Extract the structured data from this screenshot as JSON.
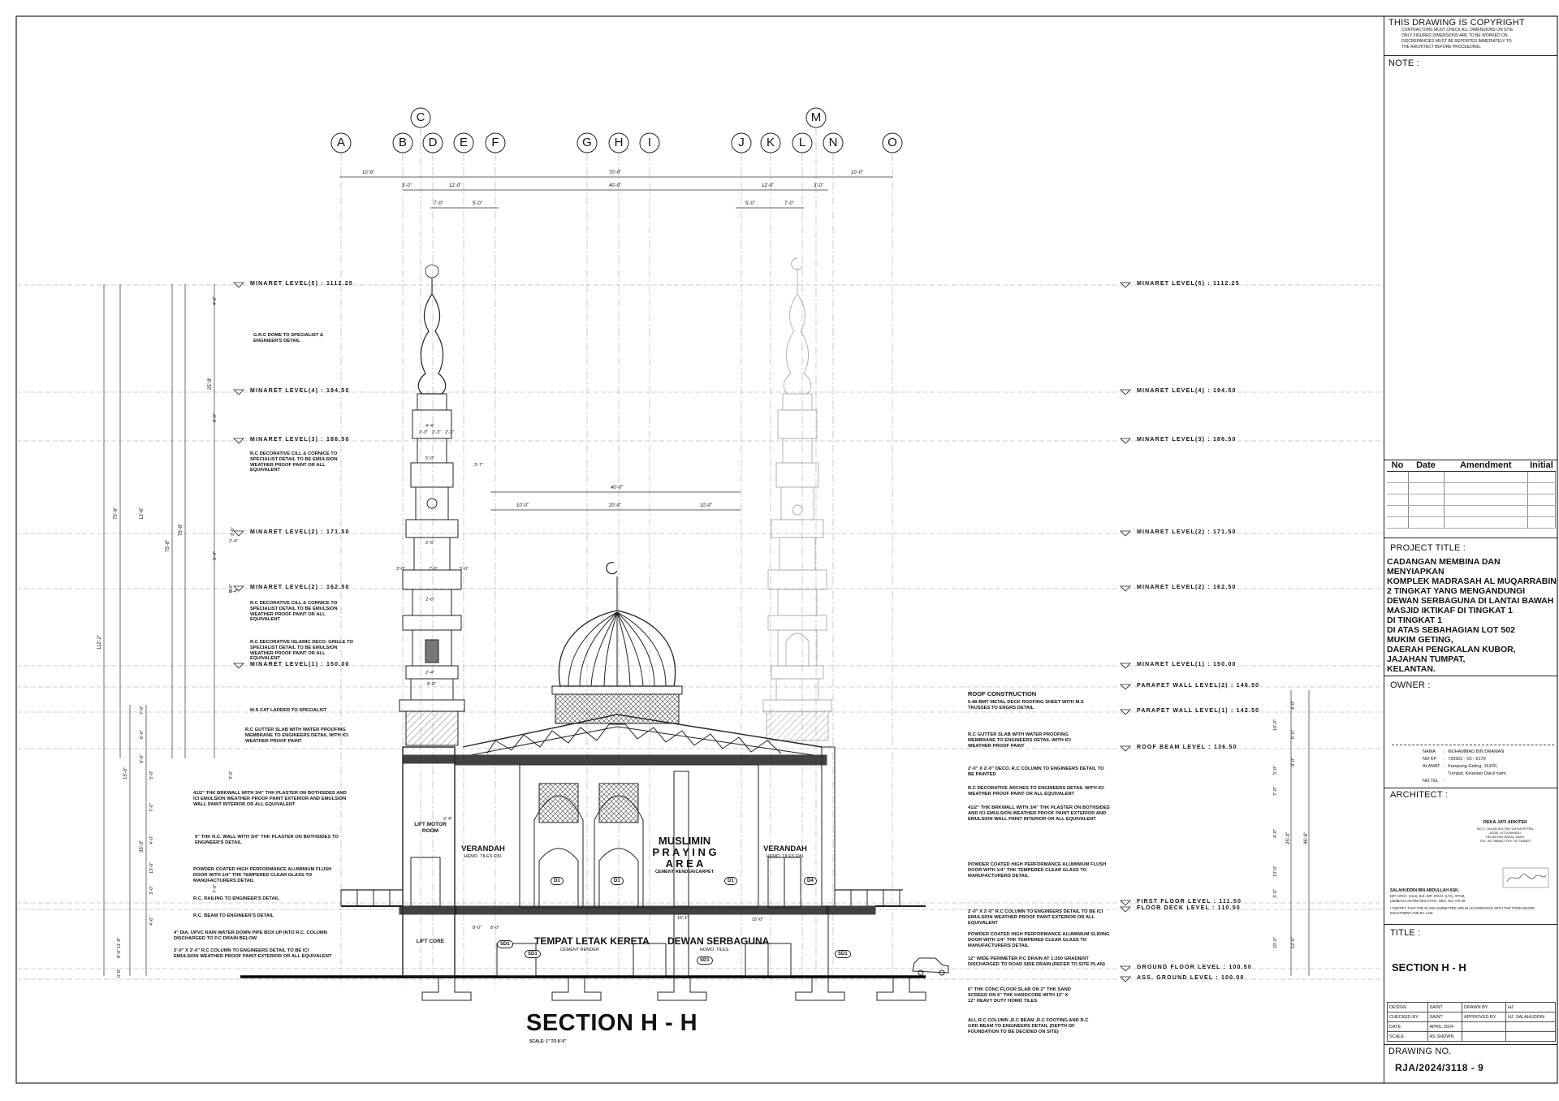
{
  "grid": {
    "labels": [
      "A",
      "B",
      "C",
      "D",
      "E",
      "F",
      "G",
      "H",
      "I",
      "J",
      "K",
      "L",
      "M",
      "N",
      "O"
    ]
  },
  "dimensions": {
    "top_overall": [
      "10'-0\"",
      "70'-0\"",
      "10'-0\""
    ],
    "top_second": [
      "3'-0\"",
      "12'-0\"",
      "40'-0\"",
      "12'-0\"",
      "3'-0\""
    ],
    "top_third": [
      "7'-0\"",
      "5'-0\"",
      "5'-0\"",
      "7'-0\""
    ],
    "hall_overall": "40'-0\"",
    "hall_parts": [
      "10'-0\"",
      "20'-0\"",
      "10'-0\""
    ],
    "left_vertical": [
      "112'-2\"",
      "75'-8\"",
      "75'-8\"",
      "75'-8\"",
      "25'-8\"",
      "15'-0\"",
      "12'-6\"",
      "35'-0\""
    ],
    "left_small": [
      "4'-8\"",
      "8'-0\"",
      "6'-4\"",
      "2'-6\"",
      "2'-6\"",
      "3'-6\"",
      "7'-0\"",
      "6'-0\"",
      "8'-0\"",
      "5'-0\"",
      "7'-0\"",
      "4'-0\"",
      "13'-0\"",
      "3'-0\"",
      "11'-6\"",
      "8'-6\"",
      "0'-6\"",
      "4'-6\"",
      "7'-0\""
    ],
    "right_vertical": [
      "46'-6\"",
      "25'-0\""
    ],
    "right_small": [
      "4'-0\"",
      "6'-0\"",
      "10'-0\"",
      "8'-0\"",
      "7'-0\"",
      "4'-0\"",
      "5'-0\"",
      "13'-0\"",
      "3'-0\"",
      "10'-0\"",
      "12'-0\""
    ],
    "minaret_small": [
      "4'-4\"",
      "2'-3\"",
      "2'-3\"",
      "2'-3\"",
      "5'-0\"",
      "3'-7\"",
      "2'-6\"",
      "7'-0\"",
      "3'-0\"",
      "5'-0\"",
      "2'-6\"",
      "2'-4\"",
      "2'-4\"",
      "8'-0\"",
      "2'-4\""
    ],
    "ground_small": [
      "15'-1\"",
      "15'-0\"",
      "2'-4\"",
      "8'-0\"",
      "8'-0\""
    ]
  },
  "levels_left": [
    "MINARET LEVEL(5) : 1112.25",
    "MINARET LEVEL(4) : 194.50",
    "MINARET LEVEL(3) : 186.50",
    "MINARET LEVEL(2) : 171.50",
    "MINARET LEVEL(2) : 162.50",
    "MINARET LEVEL(1) : 150.00"
  ],
  "levels_right": [
    "MINARET LEVEL(5) : 1112.25",
    "MINARET LEVEL(4) : 194.50",
    "MINARET LEVEL(3) : 186.50",
    "MINARET LEVEL(2) : 171.50",
    "MINARET LEVEL(2) : 162.50",
    "MINARET LEVEL(1) : 150.00",
    "PARAPET WALL LEVEL(2) : 146.50",
    "PARAPET WALL LEVEL(1) : 142.50",
    "ROOF BEAM LEVEL : 136.50",
    "FIRST FLOOR LEVEL : 111.50",
    "FLOOR DECK LEVEL : 110.50",
    "GROUND FLOOR LEVEL : 100.50",
    "ASS. GROUND LEVEL : 100.00"
  ],
  "notes_left": [
    "G.R.C DOME TO SPECIALIST & ENGINEER'S DETAIL",
    "R.C DECORATIVE CILL & CORNICE TO SPECIALIST DETAIL TO BE EMULSION WEATHER PROOF PAINT OR ALL EQUIVALENT",
    "R.C DECORATIVE CILL & CORNICE TO SPECIALIST DETAIL TO BE EMULSION WEATHER PROOF PAINT OR ALL EQUIVALENT",
    "R.C DECORATIVE ISLAMIC DECO. GRILLE TO SPECIALIST DETAIL TO BE EMULSION WEATHER PROOF PAINT OR ALL EQUIVALENT",
    "M.S CAT LADDER TO SPECIALIST",
    "R.C GUTTER SLAB WITH WATER PROOFING MEMBRANE TO ENGINEERS DETAIL WITH ICI WEATHER PROOF PAINT",
    "41/2\" THK BRKWALL WITH 3/4\" THK PLASTER ON BOTHSIDES AND ICI EMULSION WEATHER PROOF PAINT EXTERIOR AND EMULSION WALL PAINT INTERIOR OR ALL EQUIVALENT",
    "9\" THK R.C. WALL WITH 3/4\" THK PLASTER ON BOTHSIDES TO ENGINEER'S DETAIL",
    "POWDER COATED HIGH PERFORMANCE ALUMINIUM FLUSH DOOR WITH 1/4\" THK TEMPERED CLEAR GLASS TO MANUFACTURERS DETAIL",
    "R.C. RAILING TO ENGINEER'S DETAIL",
    "R.C. BEAM TO ENGINEER'S DETAIL",
    "4\" DIA. UPVC RAIN WATER DOWN PIPE BOX UP INTO R.C. COLUMN DISCHARGED TO P.C DRAIN BELOW",
    "2'-0\" X 2'-0\" R.C COLUMN TO ENGINEERS DETAIL TO BE ICI EMULSION WEATHER PROOF PAINT EXTERIOR OR ALL EQUIVALENT"
  ],
  "notes_right": [
    "ROOF CONSTRUCTION",
    "0.48-BMT METAL DECK ROOFING SHEET WITH M.S TRUSSES TO ENGRS DETAIL",
    "R.C GUTTER SLAB WITH WATER PROOFING MEMBRANE TO ENGINEERS DETAIL WITH ICI WEATHER PROOF PAINT",
    "2'-0\" X 2'-0\" DECO. R.C COLUMN TO ENGINEERS DETAIL TO BE PAINTED",
    "R.C DECORATIVE ARCHES TO ENGINEERS DETAIL WITH ICI WEATHER PROOF PAINT OR ALL EQUIVALENT",
    "41/2\" THK BRKWALL WITH 3/4\" THK PLASTER ON BOTHSIDES AND ICI EMULSION WEATHER PROOF PAINT EXTERIOR AND EMULSION WALL PAINT INTERIOR OR ALL EQUIVALENT",
    "POWDER COATED HIGH PERFORMANCE ALUMINIUM FLUSH DOOR WITH 1/4\" THK TEMPERED CLEAR GLASS TO MANUFACTURERS DETAIL",
    "2'-0\" X 2'-0\" R.C COLUMN TO ENGINEERS DETAIL TO BE ICI EMULSION WEATHER PROOF PAINT EXTERIOR OR ALL EQUIVALENT",
    "POWDER COATED HIGH PERFORMANCE ALUMINIUM SLIDING DOOR WITH 1/4\" THK TEMPERED CLEAR GLASS TO MANUFACTURERS DETAIL",
    "12\" WIDE PERIMETER P.C DRAIN AT 1:200 GRADIENT DISCHARGED TO ROAD SIDE DRAIN (REFER TO SITE PLAN)",
    "6\" THK CONC FLOOR SLAB ON 2\" THK SAND SCREED ON 6\" THK HARDCORE WITH 12\" X 12\" HEAVY DUTY HOMO TILES",
    "ALL R.C COLUMN ,R.C BEAM ,R.C FOOTING AND R.C GRD BEAM TO ENGINEERS DETAIL (DEPTH OF FOUNDATION TO BE DECIDED ON SITE)"
  ],
  "rooms": {
    "lift_motor": "LIFT MOTOR ROOM",
    "lift_core": "LIFT CORE",
    "verandah_left": "VERANDAH",
    "verandah_left_fin": "HEMO. TILES FIN.",
    "verandah_right": "VERANDAH",
    "verandah_right_fin": "HEMO. TILES FIN.",
    "praying_1": "MUSLIMIN",
    "praying_2": "P R A Y I N G",
    "praying_3": "A R E A",
    "praying_fin": "CEMENT RENDER/CARPET",
    "parking": "TEMPAT LETAK KERETA",
    "parking_fin": "CEMENT RENDER",
    "hall": "DEWAN SERBAGUNA",
    "hall_fin": "HOMO. TILES"
  },
  "door_tags": [
    "D1",
    "D1",
    "D1",
    "D4",
    "SD1",
    "SD1",
    "SD1",
    "SD1"
  ],
  "section_title": "SECTION H - H",
  "section_scale": "SCALE: 1\" TO 8'-0\"",
  "title_block": {
    "copyright": "THIS DRAWING IS COPYRIGHT",
    "copyright_note": [
      "CONTRACTORS MUST CHECK ALL DIMENSIONS ON SITE.",
      "ONLY FIGURED DIMENSIONS ARE TO BE WORKED ON.",
      "DISCREPANCIES MUST BE REPORTED IMMEDIATELY TO",
      "THE ARCHITECT BEFORE PROCEEDING."
    ],
    "note_label": "NOTE :",
    "amend_headers": [
      "No",
      "Date",
      "Amendment",
      "Initial"
    ],
    "project_label": "PROJECT TITLE :",
    "project_lines": [
      "CADANGAN MEMBINA DAN MENYIAPKAN",
      "KOMPLEK MADRASAH AL MUQARRABIN",
      "2 TINGKAT YANG MENGANDUNGI",
      "DEWAN SERBAGUNA DI LANTAI BAWAH",
      "MASJID IKTIKAF DI TINGKAT 1",
      "DI TINGKAT 1",
      "DI ATAS SEBAHAGIAN LOT 502",
      "MUKIM GETING,",
      "DAERAH PENGKALAN KUBOR,",
      "JAJAHAN TUMPAT,",
      "KELANTAN."
    ],
    "owner_label": "OWNER :",
    "owner_rows": [
      [
        "NAMA",
        "MUHAMMAD BIN DRAMAN"
      ],
      [
        "NO KP",
        "720501 - 03 - 5179"
      ],
      [
        "ALAMAT",
        "Kampung Geting, 16200,"
      ],
      [
        "",
        "Tumpat, Kelantan Darul naim."
      ],
      [
        "NO.TEL",
        ""
      ]
    ],
    "architect_label": "ARCHITECT :",
    "architect_firm": "REKA JATI ARKITEK",
    "architect_firm_lines": [
      "NO.C, JALAN SULTAN YAHYA PETRA,",
      "15200, KOTA BHARU,",
      "KELANTAN DARUL NAIM.",
      "TEL: 09-7486627  FAX: 09-7486627"
    ],
    "architect_name": "SALAHUDDIN BIN ABDULLAH ASK,",
    "architect_quals": [
      "DIP. ARCH. (ALS), B.E. DIP. ARCH. (LTA), APAM,",
      "LEMBAGA AKITEK MALAYSIA, REG. NO. A/S 39"
    ],
    "certify": "I CERTIFY THAT THE PLANS SUBMITTED ARE IN ACCORDANCE WITH THE TOWN BOARD ENACTMENT AND BY LAW",
    "title_label": "TITLE :",
    "title_value": "SECTION H - H",
    "info_rows": [
      [
        "DESIGN",
        "SAINT",
        "DRAWN BY",
        "HJ."
      ],
      [
        "CHECKED BY",
        "SAINT",
        "APPROVED BY",
        "HJ. SALAHUDDIN"
      ],
      [
        "DATE",
        "APRIL 2024",
        "",
        ""
      ],
      [
        "SCALE",
        "AS SHOWN",
        "",
        ""
      ]
    ],
    "drawing_no_label": "DRAWING NO.",
    "drawing_no": "RJA/2024/3118 - 9"
  }
}
